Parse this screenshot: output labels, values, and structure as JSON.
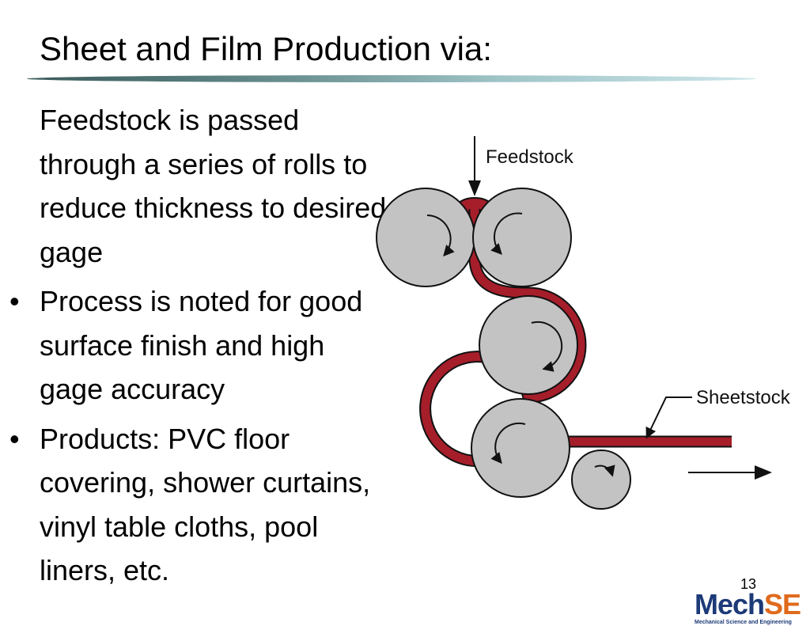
{
  "slide": {
    "title": "Sheet and Film Production via:",
    "intro": "Feedstock is passed through a series of rolls to reduce thickness to desired gage",
    "bullet_glyph": "•",
    "bullets": [
      "Process is noted for good surface finish and high gage accuracy",
      "Products: PVC floor covering, shower curtains, vinyl table cloths, pool liners, etc."
    ],
    "page_number": "13"
  },
  "diagram": {
    "labels": {
      "feedstock": "Feedstock",
      "sheetstock": "Sheetstock"
    },
    "colors": {
      "roll": "#c3c3c3",
      "sheet": "#a51e2a",
      "outline": "#111111"
    }
  },
  "logo": {
    "word_a": "Mech",
    "word_b": "SE",
    "subtitle": "Mechanical Science and Engineering"
  }
}
